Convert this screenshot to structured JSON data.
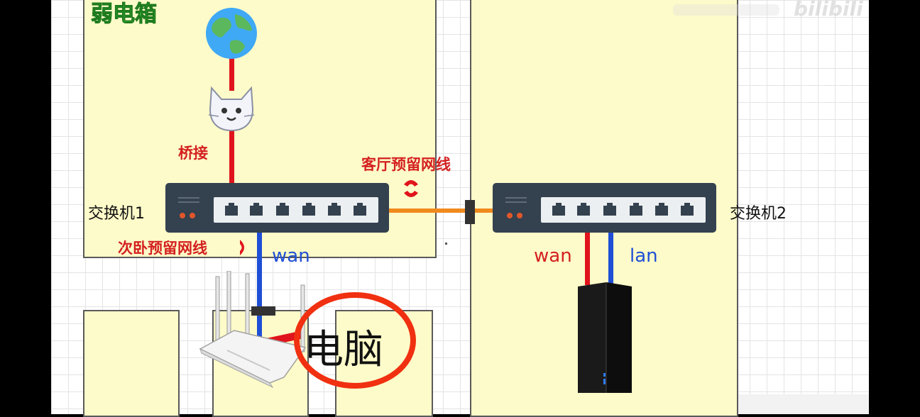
{
  "diagram": {
    "title_box": "弱电箱",
    "labels": {
      "bridge": "桥接",
      "living_room_cable": "客厅预留网线",
      "bedroom_cable": "次卧预留网线",
      "switch1": "交换机1",
      "switch2": "交换机2",
      "wan_left": "wan",
      "wan_right": "wan",
      "lan_right": "lan",
      "computer": "电脑"
    },
    "watermark": "bilibili",
    "colors": {
      "room_fill": "#fdfbc9",
      "wire_red": "#e0141c",
      "wire_blue": "#1f4fd6",
      "wire_orange": "#f08a1e",
      "switch_body": "#34414f",
      "highlight_circle": "#f03010",
      "title_green": "#3cc23c"
    },
    "icons": [
      "globe-icon",
      "cat-modem-icon",
      "wifi-signal-icon",
      "router-icon",
      "tower-router-icon"
    ]
  }
}
